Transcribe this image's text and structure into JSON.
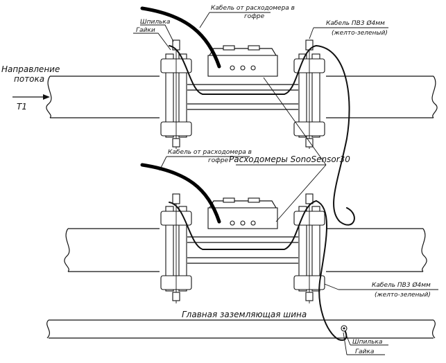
{
  "labels": {
    "flow_direction_line1": "Направление",
    "flow_direction_line2": "потока",
    "flow_marker": "T1",
    "cable_from_meter_top_line1": "Кабель от расходомера в",
    "cable_from_meter_top_line2": "гофре",
    "cable_from_meter_bottom_line1": "Кабель от расходомера в",
    "cable_from_meter_bottom_line2": "гофре",
    "stud_top": "Шпилька",
    "nuts_top": "Гайки",
    "pv3_cable_top_line1": "Кабель ПВ3 Ø4мм",
    "pv3_cable_top_line2": "(желто-зеленый)",
    "flowmeters": "Расходомеры SonoSensor30",
    "pv3_cable_bottom_line1": "Кабель ПВ3 Ø4мм",
    "pv3_cable_bottom_line2": "(желто-зеленый)",
    "main_ground_bus": "Главная заземляющая шина",
    "stud_bottom": "Шпилька",
    "nut_bottom": "Гайка"
  }
}
